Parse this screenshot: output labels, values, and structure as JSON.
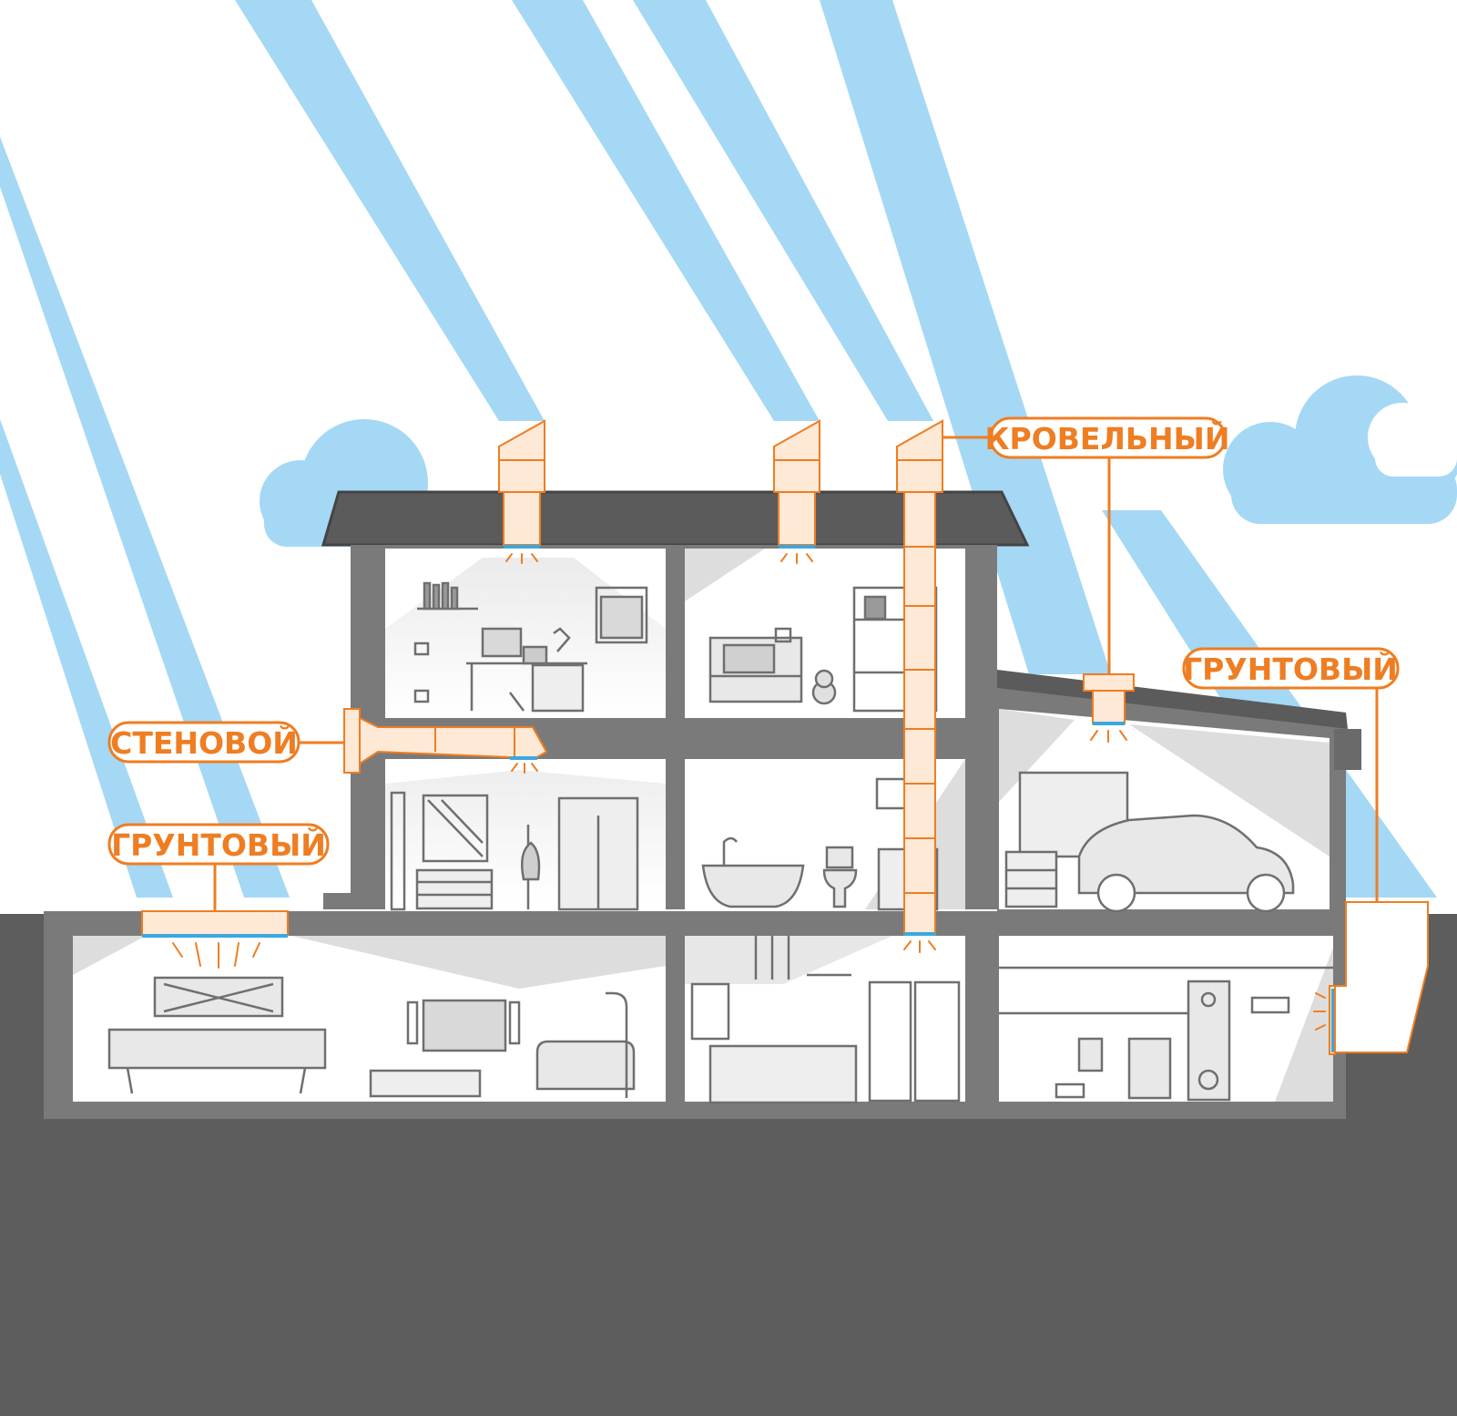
{
  "labels": {
    "roof": "КРОВЕЛЬНЫЙ",
    "wall": "СТЕНОВОЙ",
    "ground_left": "ГРУНТОВЫЙ",
    "ground_right": "ГРУНТОВЫЙ"
  },
  "colors": {
    "sky_beam": "#a5d8f5",
    "cloud": "#a5d8f5",
    "ground": "#5d5d5d",
    "wall": "#7a7a7a",
    "roof": "#5b5b5b",
    "room": "#ffffff",
    "accent": "#ef7d22",
    "tube_fill": "#fde9d6",
    "diffuser": "#3aa8e0",
    "furniture": "#6f6f6f"
  }
}
